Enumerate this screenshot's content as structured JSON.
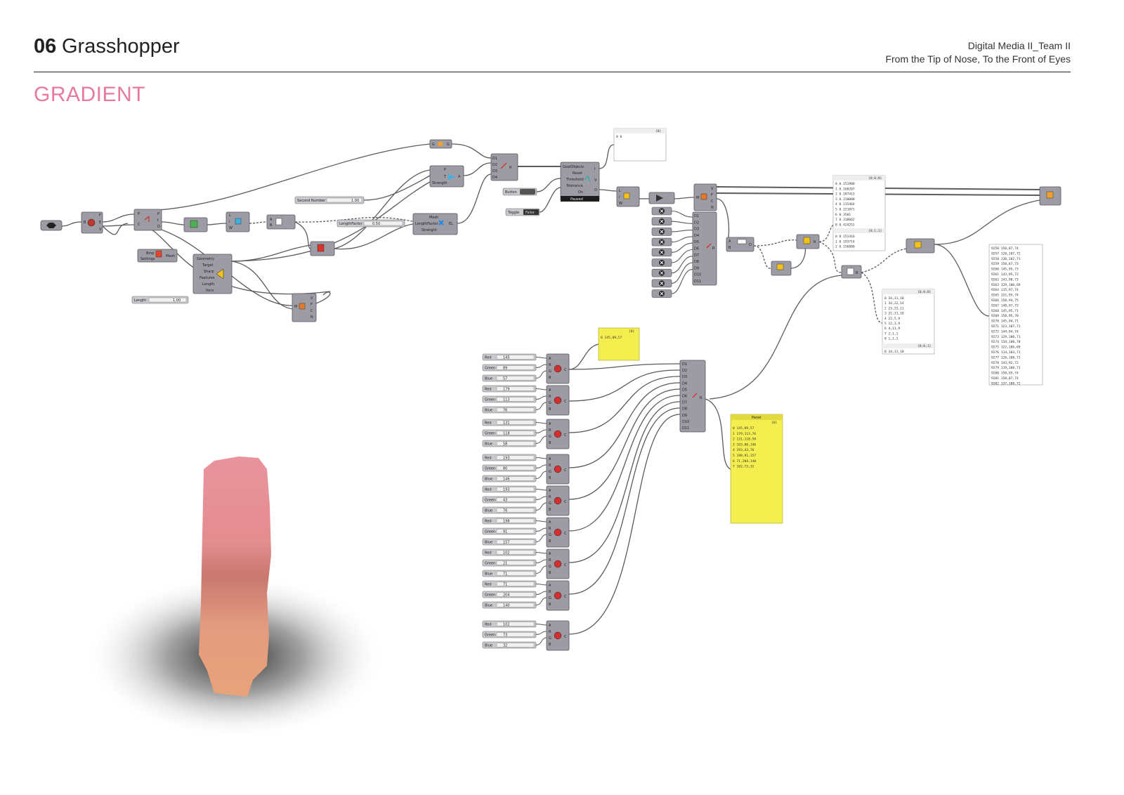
{
  "header": {
    "number": "06",
    "title": "Grasshopper",
    "right_line1": "Digital Media II_Team II",
    "right_line2": "From the Tip of Nose, To the Front of Eyes"
  },
  "section_title": "GRADIENT",
  "canvas": {
    "sliders": {
      "second_number": {
        "label": "Second Number",
        "value": "1.00"
      },
      "length_factor": {
        "label": "LengthFactor",
        "value": "0.50"
      },
      "length": {
        "label": "Length",
        "value": "1.00"
      }
    },
    "components": {
      "geometry_inputs": [
        "Geometry",
        "Target",
        "Sharp",
        "Features",
        "Length",
        "Iters"
      ],
      "mesh_inputs": [
        "Mesh",
        "LengthFactor",
        "Strength"
      ],
      "kangaroo_inputs": [
        "GoalObjects",
        "Reset",
        "Threshold",
        "Tolerance",
        "On"
      ],
      "kangaroo_status": "Paused",
      "button": "Button",
      "toggle": "Toggle",
      "toggle_value": "False",
      "bmp_inputs": [
        "Bmp",
        "Settings"
      ],
      "bmp_output": "Mesh",
      "strength": "Strength"
    },
    "panel_top": {
      "header": "{0}",
      "value": "0 0"
    },
    "panel_values": {
      "header_a": "{0;0;0}",
      "rows_a": [
        "0 0.151980",
        "1 0.168207",
        "2 0.187413",
        "3 0.210000",
        "4 0.215464",
        "5 0.221071",
        "6 0.3581",
        "7 0.318662",
        "8 0.424251"
      ],
      "header_b": "{0;1;1}",
      "rows_b": [
        "0 0.151416",
        "1 0.193714",
        "2 0.156880"
      ]
    },
    "panel_colors_small": {
      "header": "{0;0;0}",
      "rows": [
        "0 34,31,10",
        "1 34,22,14",
        "2 23,22,11",
        "3 21,21,16",
        "4 22,5,9",
        "5 12,3,9",
        "6 4,11,9",
        "7 2,1,1",
        "8 1,1,1"
      ],
      "footer_header": "{0;0;1}",
      "footer_row": "0 34,31,10"
    },
    "panel_long": {
      "rows": [
        "9256 150,87,74",
        "9257 120,107,72",
        "9258 130,102,71",
        "9259 150,87,73",
        "9260 145,95,73",
        "9261 143,95,72",
        "9262 143,90,73",
        "9263 129,100,69",
        "9264 115,97,74",
        "9265 151,95,74",
        "9266 150,94,75",
        "9267 140,97,73",
        "9268 145,95,71",
        "9269 150,95,70",
        "9270 145,94,71",
        "9271 123,107,71",
        "9272 144,94,74",
        "9273 129,100,71",
        "9274 134,100,70",
        "9275 122,106,69",
        "9276 114,103,71",
        "9277 126,108,71",
        "9278 143,92,72",
        "9279 119,108,71",
        "9280 150,95,74",
        "9281 150,87,74",
        "9282 137,108,72"
      ]
    },
    "panel_yellow_small": {
      "header": "{0}",
      "value": "0 145,89,57"
    },
    "panel_yellow_big": {
      "title": "Panel",
      "header": "{0}",
      "rows": [
        "0 145,89,57",
        "1 179,113,76",
        "2 131,118,58",
        "3 193,80,146",
        "4 193,43,76",
        "5 198,91,157",
        "6 71,204,140",
        "7 102,73,32"
      ]
    },
    "color_groups": [
      {
        "red": "145",
        "green": "89",
        "blue": "57"
      },
      {
        "red": "179",
        "green": "113",
        "blue": "76"
      },
      {
        "red": "131",
        "green": "118",
        "blue": "58"
      },
      {
        "red": "193",
        "green": "80",
        "blue": "146"
      },
      {
        "red": "193",
        "green": "43",
        "blue": "76"
      },
      {
        "red": "198",
        "green": "91",
        "blue": "157"
      },
      {
        "red": "102",
        "green": "21",
        "blue": "71"
      },
      {
        "red": "71",
        "green": "204",
        "blue": "140"
      },
      {
        "red": "102",
        "green": "73",
        "blue": "32"
      }
    ],
    "rgb_labels": {
      "red": "Red",
      "green": "Green",
      "blue": "Blue"
    },
    "merge_inputs": [
      "D1",
      "D2",
      "D3",
      "D4",
      "D5",
      "D6",
      "D7",
      "D8",
      "D9",
      "D10",
      "D11"
    ]
  },
  "colors": {
    "accent": "#e87a9b",
    "component": "#9d9ca4",
    "panel_yellow": "#f5ee4f",
    "render_top": "#e7949c",
    "render_bottom": "#e5a27a"
  }
}
